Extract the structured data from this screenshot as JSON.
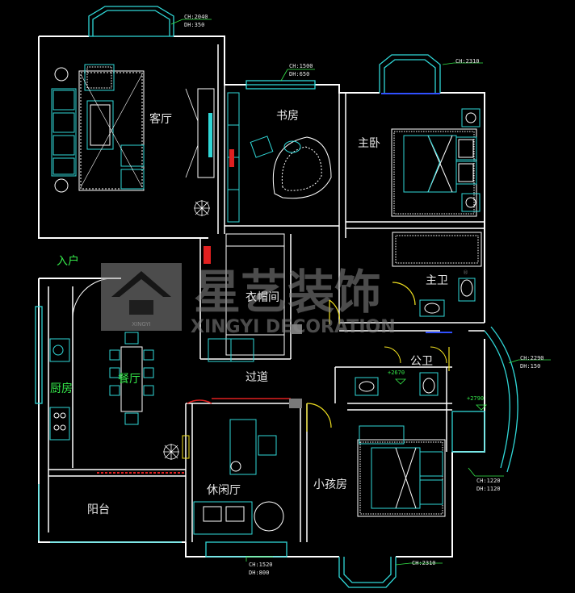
{
  "rooms": {
    "living": "客厅",
    "study": "书房",
    "master_bedroom": "主卧",
    "master_bath": "主卫",
    "entrance": "入户",
    "cloakroom": "衣帽间",
    "dining": "餐厅",
    "kitchen": "厨房",
    "corridor": "过道",
    "public_bath": "公卫",
    "leisure": "休闲厅",
    "kids_room": "小孩房",
    "balcony": "阳台"
  },
  "dimensions": {
    "living_window_ch": "CH:2040",
    "living_window_dh": "DH:350",
    "study_window_ch": "CH:1500",
    "study_window_dh": "DH:650",
    "master_window_ch": "CH:2310",
    "bay_window_ch": "CH:2290",
    "bay_window_dh": "DH:150",
    "side_window_ch": "CH:1220",
    "side_window_dh": "DH:1120",
    "leisure_window_ch": "CH:1520",
    "leisure_window_dh": "DH:800",
    "kids_window_ch": "CH:2310",
    "level_1": "+2670",
    "level_2": "+2790"
  },
  "watermark": {
    "brand_cn": "星艺装饰",
    "brand_en": "XINGYI DECORATION",
    "logo_text": "XINGYI",
    "registered": "®"
  },
  "colors": {
    "background": "#000000",
    "wall": "#ffffff",
    "cyan": "#30d8d8",
    "green": "#35e84a",
    "red": "#e02020",
    "yellow": "#f0e020",
    "blue": "#3050ff",
    "watermark": "#8a8a8a"
  }
}
